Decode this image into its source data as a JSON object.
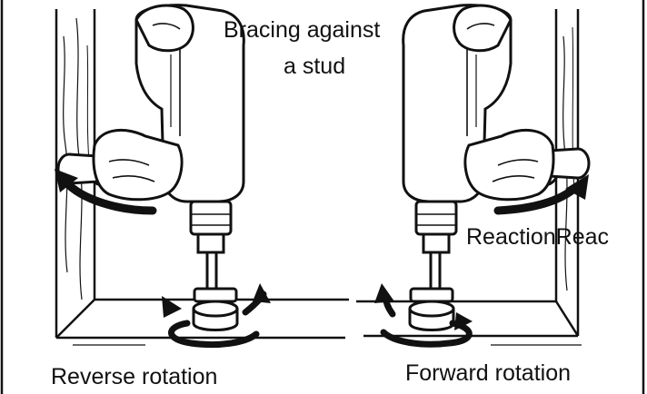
{
  "title": {
    "line1": "Bracing against",
    "line2": "a stud"
  },
  "labels": {
    "reaction": "ReactionReac",
    "reverse": "Reverse rotation",
    "forward": "Forward rotation"
  },
  "colors": {
    "ink": "#111111",
    "background": "#ffffff"
  },
  "icons": {
    "reaction_arrows": "curved-arrow-icon",
    "rotation_arrows": "circular-arrow-icon"
  }
}
